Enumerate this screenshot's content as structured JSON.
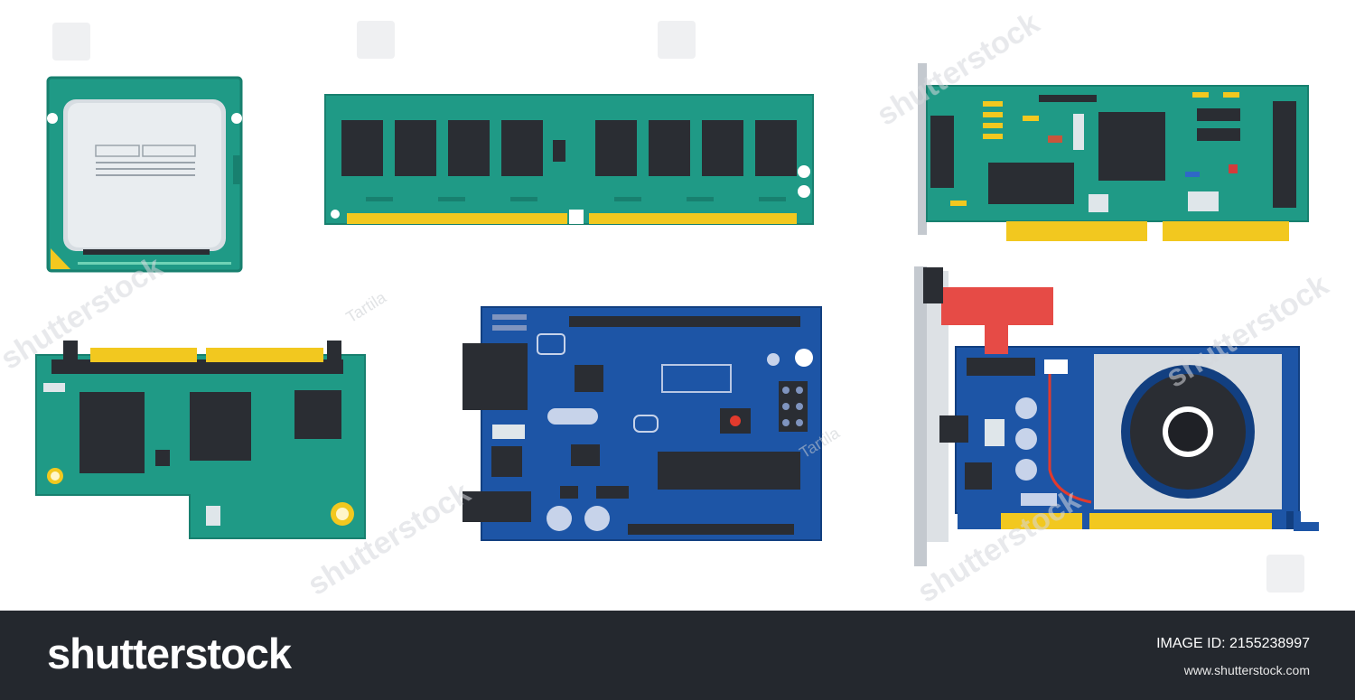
{
  "watermark": {
    "brand": "shutterstock",
    "artist": "Tartila"
  },
  "footer": {
    "logo_text": "shutterstock",
    "image_id_label": "IMAGE ID: 2155238997",
    "site": "www.shutterstock.com"
  },
  "components": [
    {
      "name": "cpu-processor-icon"
    },
    {
      "name": "ram-memory-module-icon"
    },
    {
      "name": "pci-expansion-card-icon"
    },
    {
      "name": "ssd-module-icon"
    },
    {
      "name": "microcontroller-board-icon"
    },
    {
      "name": "graphics-card-icon"
    }
  ],
  "colors": {
    "green_pcb": "#1f9a86",
    "green_pcb_dark": "#18806f",
    "blue_pcb": "#1d55a6",
    "blue_pcb_dark": "#123f80",
    "gold_contacts": "#f2c81f",
    "chip": "#2a2d33",
    "footer_bg": "#24282e"
  }
}
